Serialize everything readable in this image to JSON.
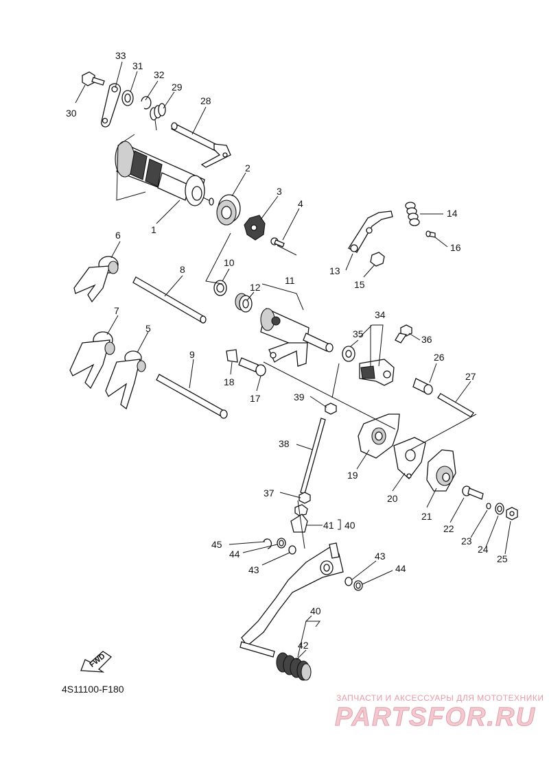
{
  "diagram_code": "4S11100-F180",
  "fwd_label": "FWD",
  "watermark": {
    "line1": "ЗАПЧАСТИ И АКСЕССУАРЫ ДЛЯ МОТОТЕХНИКИ",
    "line2": "PARTSFOR.RU"
  },
  "callouts": {
    "c1": "1",
    "c2": "2",
    "c3": "3",
    "c4": "4",
    "c5": "5",
    "c6": "6",
    "c7": "7",
    "c8": "8",
    "c9": "9",
    "c10": "10",
    "c11": "11",
    "c12": "12",
    "c13": "13",
    "c14": "14",
    "c15": "15",
    "c16": "16",
    "c17": "17",
    "c18": "18",
    "c19": "19",
    "c20": "20",
    "c21": "21",
    "c22": "22",
    "c23": "23",
    "c24": "24",
    "c25": "25",
    "c26": "26",
    "c27": "27",
    "c28": "28",
    "c29": "29",
    "c30": "30",
    "c31": "31",
    "c32": "32",
    "c33": "33",
    "c34": "34",
    "c35": "35",
    "c36": "36",
    "c37": "37",
    "c38": "38",
    "c39": "39",
    "c40a": "40",
    "c40b": "40",
    "c41": "41",
    "c42": "42",
    "c43a": "43",
    "c43b": "43",
    "c44a": "44",
    "c44b": "44",
    "c45": "45"
  }
}
